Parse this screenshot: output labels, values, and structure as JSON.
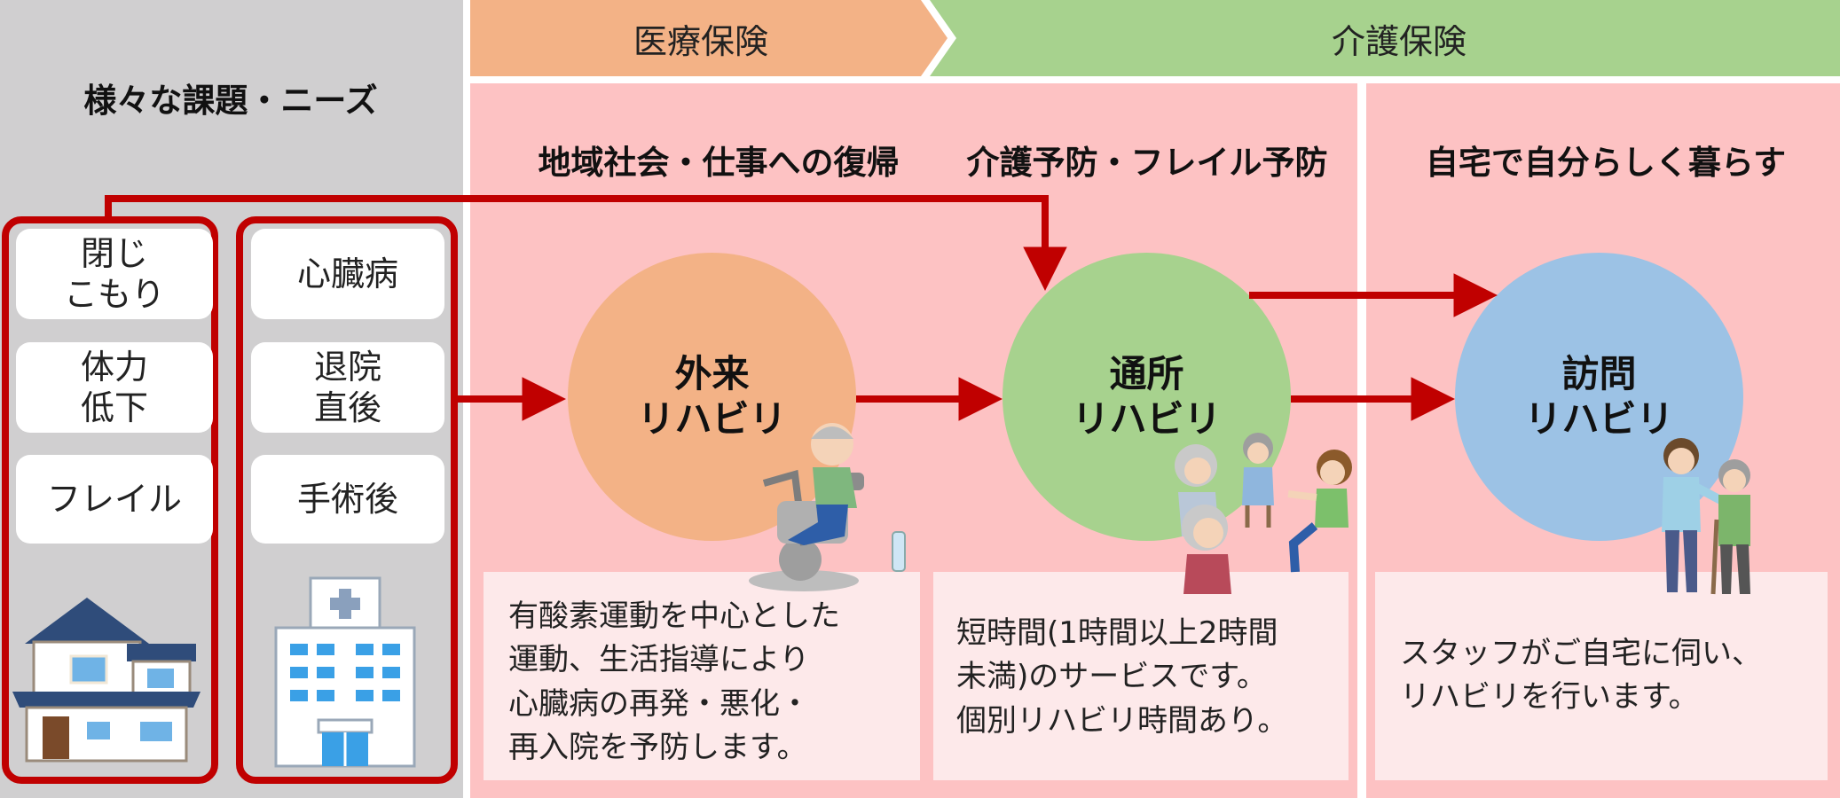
{
  "colors": {
    "panel_gray": "#d0cfd0",
    "medical_orange": "#f3b286",
    "care_green": "#a7d28e",
    "panel_pink": "#fdc2c3",
    "desc_pink": "#fde9ea",
    "needs_red": "#c00000",
    "arrow_red": "#c00000",
    "visit_blue": "#9cc2e5"
  },
  "needs": {
    "title": "様々な課題・ニーズ",
    "group_home": {
      "items": [
        "閉じ\nこもり",
        "体力\n低下",
        "フレイル"
      ],
      "icon": "house-icon"
    },
    "group_hospital": {
      "items": [
        "心臓病",
        "退院\n直後",
        "手術後"
      ],
      "icon": "hospital-icon"
    }
  },
  "insurance": {
    "medical": "医療保険",
    "care": "介護保険"
  },
  "sections": {
    "outpatient_goal": "地域社会・仕事への復帰",
    "daycare_goal": "介護予防・フレイル予防",
    "home_goal": "自宅で自分らしく暮らす"
  },
  "services": {
    "outpatient": {
      "name": "外来\nリハビリ",
      "description": "有酸素運動を中心とした\n運動、生活指導により\n心臓病の再発・悪化・\n再入院を予防します。",
      "illustration": "exercise-bike-icon"
    },
    "daycare": {
      "name": "通所\nリハビリ",
      "description": "短時間(1時間以上2時間\n未満)のサービスです。\n個別リハビリ時間あり。",
      "illustration": "group-exercise-icon"
    },
    "visit": {
      "name": "訪問\nリハビリ",
      "description": "スタッフがご自宅に伺い、\nリハビリを行います。",
      "illustration": "caregiver-icon"
    }
  }
}
